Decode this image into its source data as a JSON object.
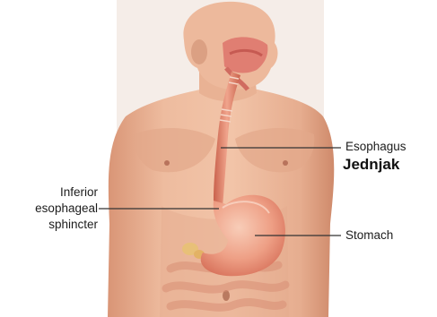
{
  "labels": {
    "esophagus": "Esophagus",
    "esophagus_local": "Jednjak",
    "sphincter_line1": "Inferior",
    "sphincter_line2": "esophageal",
    "sphincter_line3": "sphincter",
    "stomach": "Stomach"
  },
  "colors": {
    "skin": "#ecb79a",
    "skin_shadow": "#d99a7c",
    "skin_dark": "#c98566",
    "esophagus": "#e28a72",
    "stomach": "#ee9e84",
    "stomach_highlight": "#f6c3ad",
    "mouth": "#d9716a",
    "leader_line": "#333333",
    "frame_background": "#f3ebe6"
  }
}
